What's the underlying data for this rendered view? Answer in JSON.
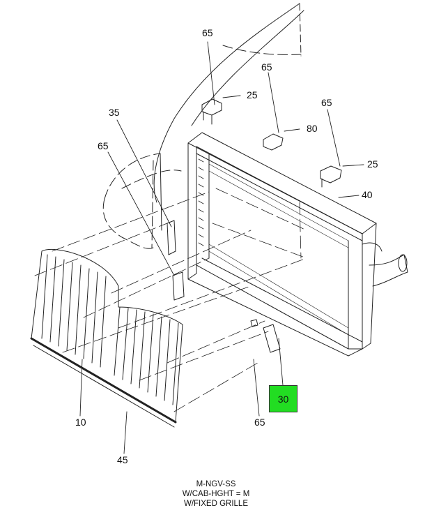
{
  "callouts": {
    "c65_top": "65",
    "c25_top": "25",
    "c65_mid": "65",
    "c80": "80",
    "c65_right": "65",
    "c25_right": "25",
    "c40": "40",
    "c35": "35",
    "c65_left": "65",
    "c10": "10",
    "c45": "45",
    "c65_bottom": "65",
    "c30": "30"
  },
  "caption": {
    "line1": "M-NGV-SS",
    "line2": "W/CAB-HGHT = M",
    "line3": "W/FIXED GRILLE"
  },
  "colors": {
    "highlight": "#22dd22",
    "line": "#222222"
  }
}
